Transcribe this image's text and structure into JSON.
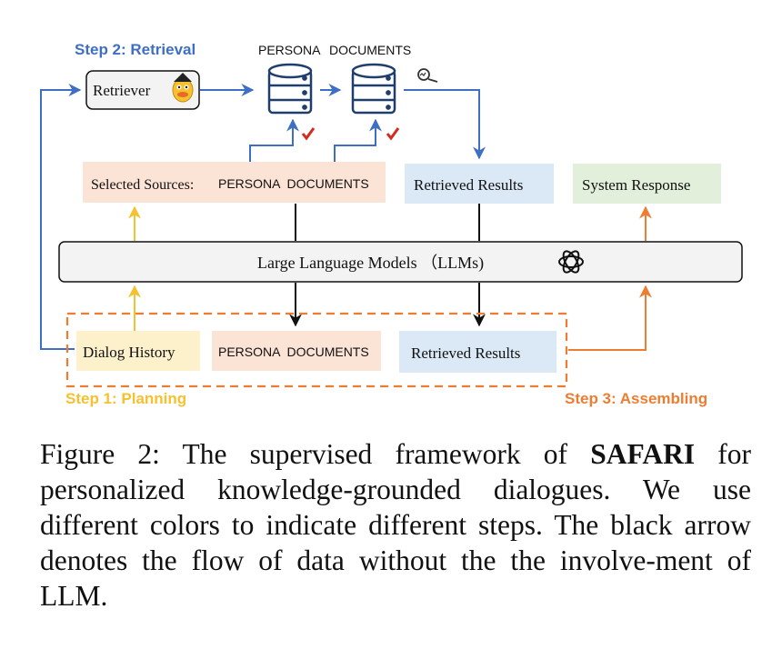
{
  "diagram": {
    "step2_label": "Step 2: Retrieval",
    "step1_label": "Step 1: Planning",
    "step3_label": "Step 3: Assembling",
    "retriever_label": "Retriever",
    "persona_db_label": "PERSONA",
    "documents_db_label": "DOCUMENTS",
    "selected_sources_prefix": "Selected Sources:",
    "selected_sources_items": "PERSONA  DOCUMENTS",
    "retrieved_results_top": "Retrieved Results",
    "system_response": "System Response",
    "llm_label": "Large Language Models （LLMs)",
    "dialog_history": "Dialog History",
    "persona_documents_bottom": "PERSONA  DOCUMENTS",
    "retrieved_results_bottom": "Retrieved Results",
    "colors": {
      "step2_blue": "#3e6fc4",
      "step1_yellow": "#f6c12f",
      "step3_orange": "#ee7d31",
      "selected_fill": "#fbe3d6",
      "retrieved_fill": "#dbe8f5",
      "response_fill": "#e1efdb",
      "dialog_fill": "#fdf1cc",
      "check_red": "#d42a1f"
    },
    "icons": [
      "retriever-character-icon",
      "database-icon",
      "search-magnifier-icon",
      "checkmark-icon",
      "openai-logo-icon"
    ]
  },
  "caption": {
    "prefix": "Figure 2:  The supervised framework of ",
    "bold": "SAFARI",
    "suffix": " for personalized knowledge-grounded dialogues.  We use different colors to indicate different steps.  The black arrow denotes the flow of data without the the involve-ment of LLM."
  }
}
